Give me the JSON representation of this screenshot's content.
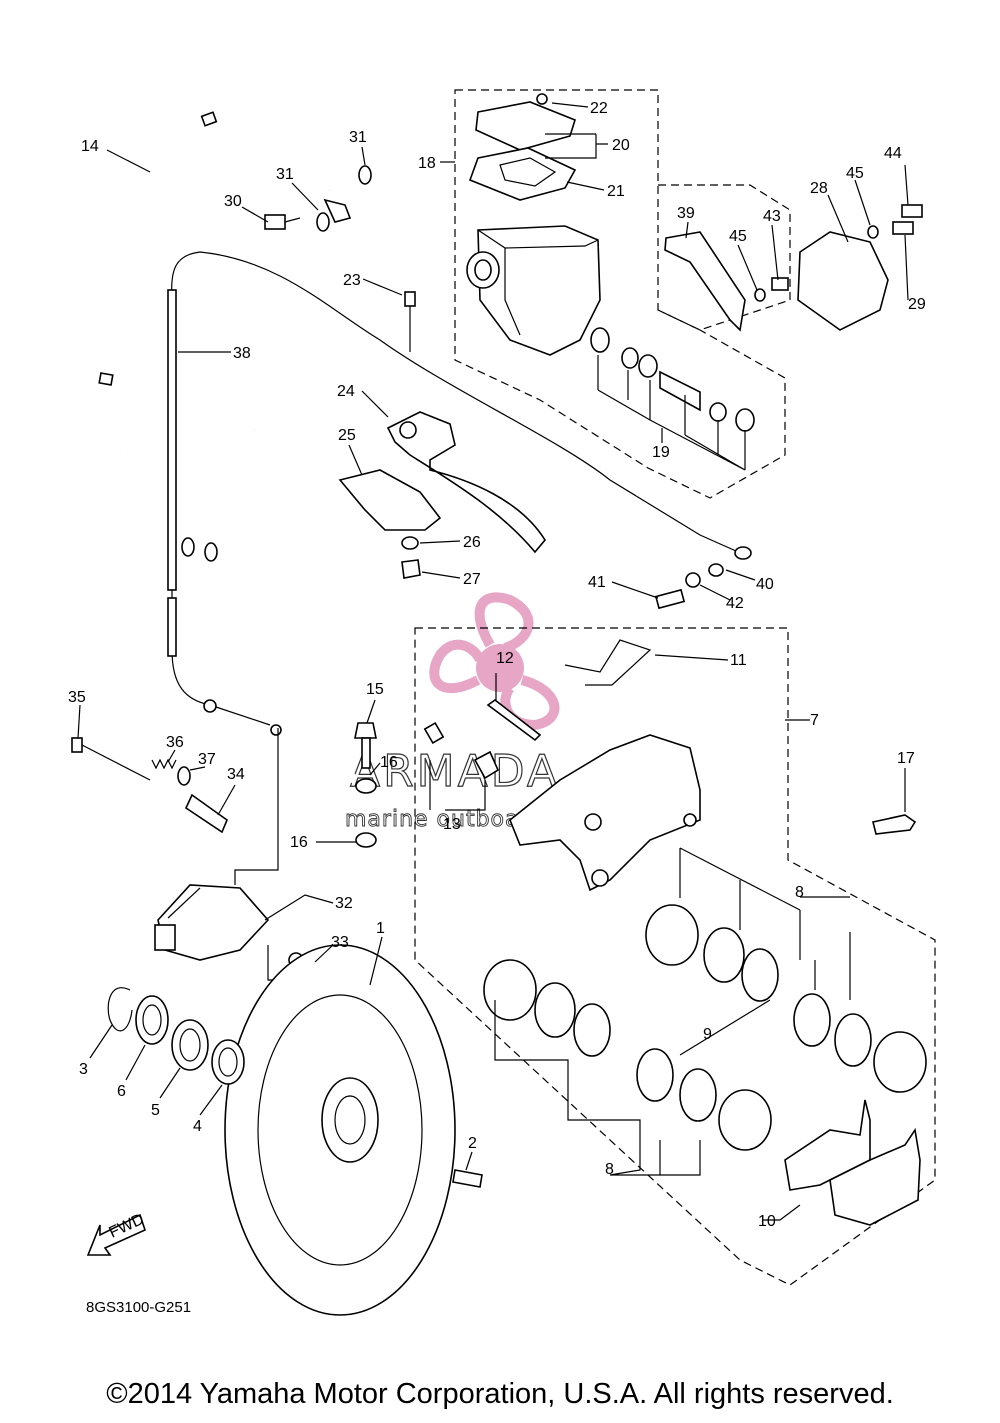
{
  "diagram": {
    "code": "8GS3100-G251",
    "fwd_label": "FWD",
    "copyright": "©2014 Yamaha Motor Corporation, U.S.A. All rights reserved.",
    "watermark": {
      "title": "ARMADA",
      "subtitle": "marine outboards",
      "color": "#e7a6c6"
    },
    "callouts": [
      "1",
      "2",
      "3",
      "4",
      "5",
      "6",
      "7",
      "8",
      "8",
      "9",
      "10",
      "11",
      "12",
      "13",
      "14",
      "15",
      "16",
      "16",
      "17",
      "18",
      "19",
      "20",
      "21",
      "22",
      "23",
      "24",
      "25",
      "26",
      "27",
      "28",
      "29",
      "30",
      "31",
      "31",
      "32",
      "33",
      "34",
      "35",
      "36",
      "37",
      "38",
      "39",
      "40",
      "41",
      "42",
      "43",
      "44",
      "45",
      "45"
    ]
  }
}
